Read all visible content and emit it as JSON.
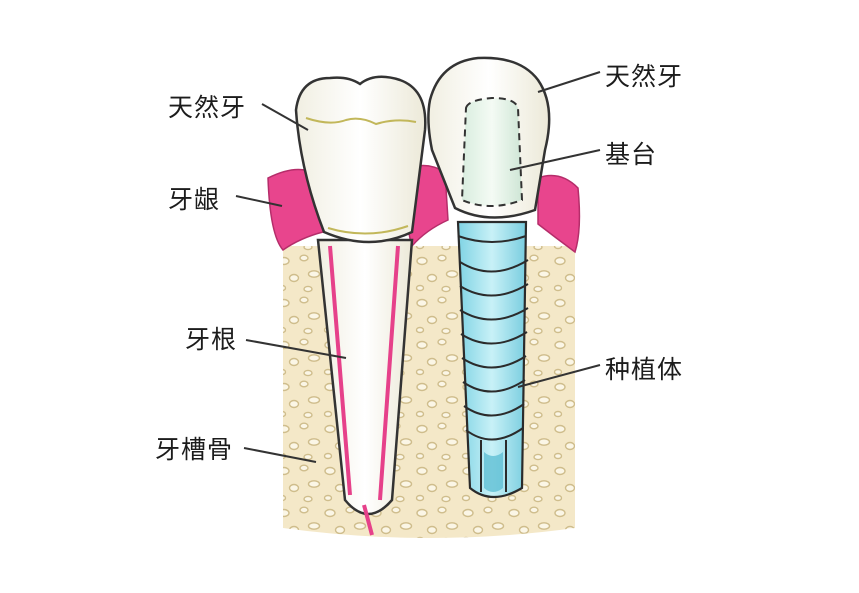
{
  "labels": {
    "natural_tooth_left": "天然牙",
    "gum": "牙龈",
    "root": "牙根",
    "alveolar_bone": "牙槽骨",
    "natural_tooth_right": "天然牙",
    "abutment": "基台",
    "implant": "种植体"
  },
  "colors": {
    "gum": "#e6418a",
    "bone": "#f3e6c4",
    "tooth": "#fbfaf2",
    "implant": "#9ee3ef",
    "outline": "#333333"
  }
}
